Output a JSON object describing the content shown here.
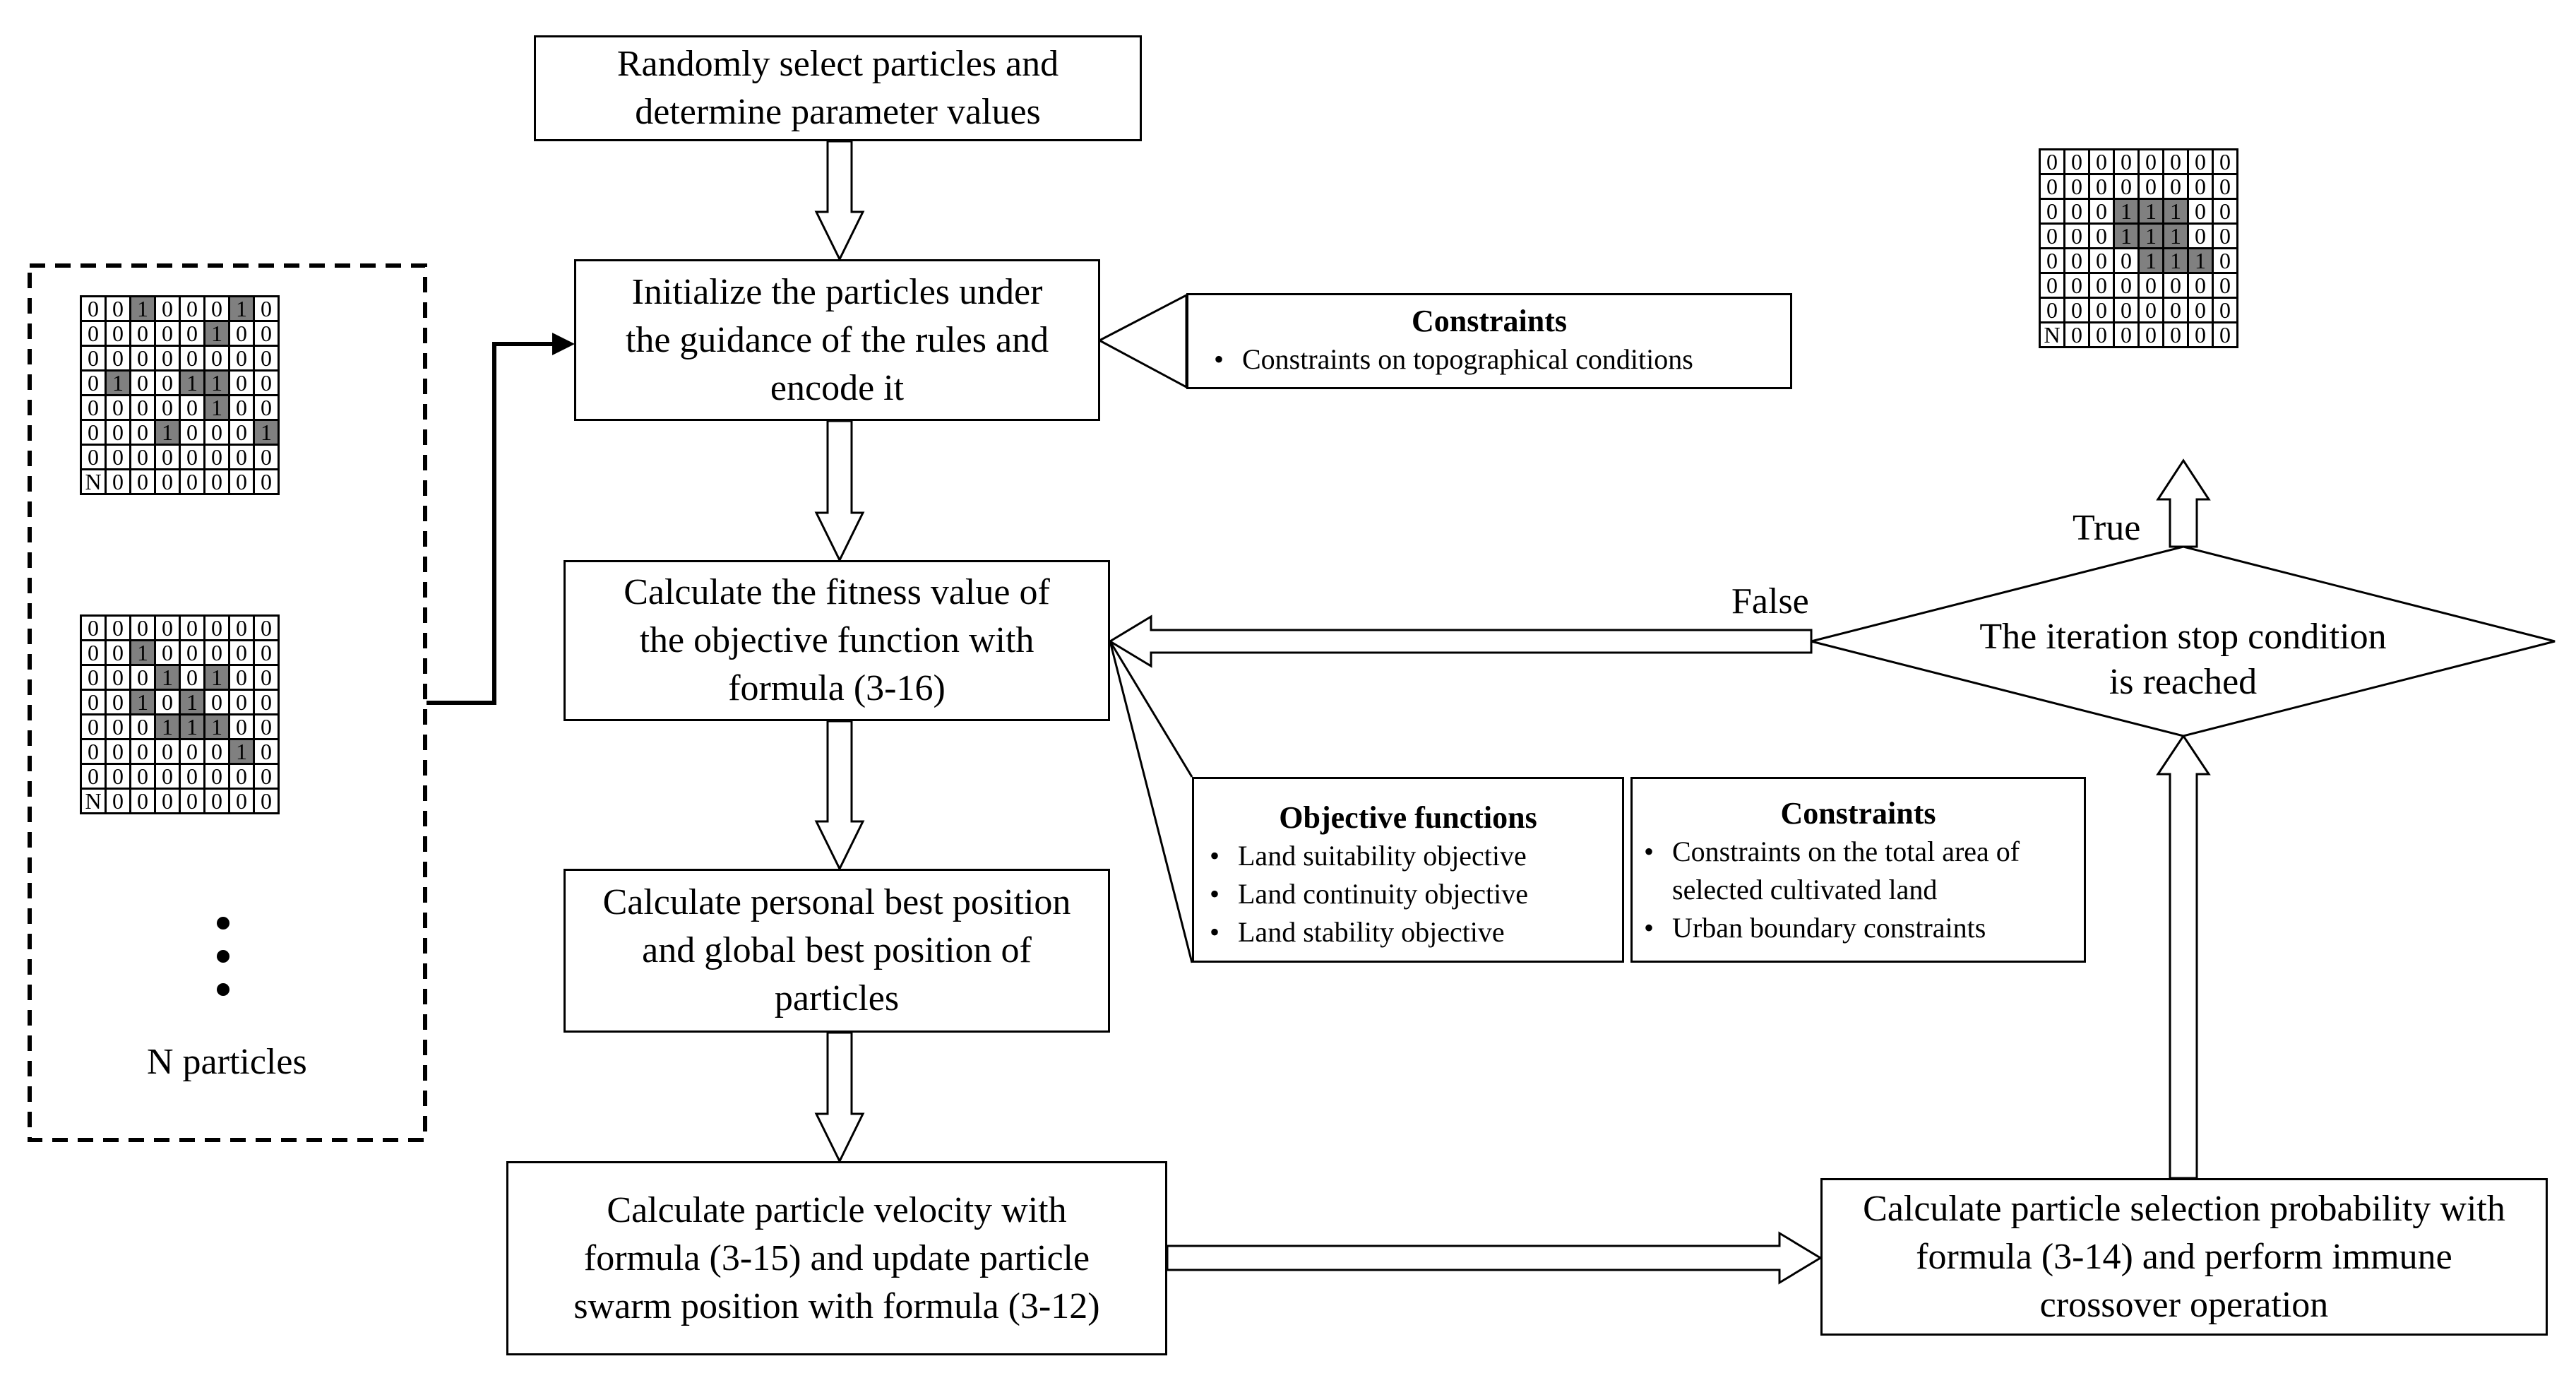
{
  "steps": {
    "select": [
      "Randomly select particles and",
      "determine parameter values"
    ],
    "init": [
      "Initialize the particles under",
      "the guidance of the rules and",
      "encode it"
    ],
    "fitness": [
      "Calculate the fitness value of",
      "the objective function with",
      "formula (3-16)"
    ],
    "best": [
      "Calculate personal best position",
      "and global best position of",
      "particles"
    ],
    "velocity": [
      "Calculate particle velocity with",
      "formula (3-15) and update particle",
      "swarm position with formula (3-12)"
    ],
    "immune": [
      "Calculate particle selection probability with",
      "formula (3-14) and perform immune",
      "crossover operation"
    ],
    "stop": [
      "The iteration stop condition",
      "is reached"
    ]
  },
  "constraints_top": {
    "title": "Constraints",
    "items": [
      "Constraints on topographical conditions"
    ]
  },
  "objective_box": {
    "title": "Objective functions",
    "items": [
      "Land suitability objective",
      "Land continuity objective",
      "Land stability objective"
    ]
  },
  "constraints_right": {
    "title": "Constraints",
    "items": [
      "Constraints on the total area of selected cultivated land",
      "Urban boundary constraints"
    ]
  },
  "labels": {
    "false_label": "False",
    "true_label": "True",
    "particles_label": "N particles"
  },
  "grids": {
    "particle1": [
      [
        "0",
        "0",
        "1",
        "0",
        "0",
        "0",
        "1",
        "0"
      ],
      [
        "0",
        "0",
        "0",
        "0",
        "0",
        "1",
        "0",
        "0"
      ],
      [
        "0",
        "0",
        "0",
        "0",
        "0",
        "0",
        "0",
        "0"
      ],
      [
        "0",
        "1",
        "0",
        "0",
        "1",
        "1",
        "0",
        "0"
      ],
      [
        "0",
        "0",
        "0",
        "0",
        "0",
        "1",
        "0",
        "0"
      ],
      [
        "0",
        "0",
        "0",
        "1",
        "0",
        "0",
        "0",
        "1"
      ],
      [
        "0",
        "0",
        "0",
        "0",
        "0",
        "0",
        "0",
        "0"
      ],
      [
        "N",
        "0",
        "0",
        "0",
        "0",
        "0",
        "0",
        "0"
      ]
    ],
    "particle2": [
      [
        "0",
        "0",
        "0",
        "0",
        "0",
        "0",
        "0",
        "0"
      ],
      [
        "0",
        "0",
        "1",
        "0",
        "0",
        "0",
        "0",
        "0"
      ],
      [
        "0",
        "0",
        "0",
        "1",
        "0",
        "1",
        "0",
        "0"
      ],
      [
        "0",
        "0",
        "1",
        "0",
        "1",
        "0",
        "0",
        "0"
      ],
      [
        "0",
        "0",
        "0",
        "1",
        "1",
        "1",
        "0",
        "0"
      ],
      [
        "0",
        "0",
        "0",
        "0",
        "0",
        "0",
        "1",
        "0"
      ],
      [
        "0",
        "0",
        "0",
        "0",
        "0",
        "0",
        "0",
        "0"
      ],
      [
        "N",
        "0",
        "0",
        "0",
        "0",
        "0",
        "0",
        "0"
      ]
    ],
    "result": [
      [
        "0",
        "0",
        "0",
        "0",
        "0",
        "0",
        "0",
        "0"
      ],
      [
        "0",
        "0",
        "0",
        "0",
        "0",
        "0",
        "0",
        "0"
      ],
      [
        "0",
        "0",
        "0",
        "1",
        "1",
        "1",
        "0",
        "0"
      ],
      [
        "0",
        "0",
        "0",
        "1",
        "1",
        "1",
        "0",
        "0"
      ],
      [
        "0",
        "0",
        "0",
        "0",
        "1",
        "1",
        "1",
        "0"
      ],
      [
        "0",
        "0",
        "0",
        "0",
        "0",
        "0",
        "0",
        "0"
      ],
      [
        "0",
        "0",
        "0",
        "0",
        "0",
        "0",
        "0",
        "0"
      ],
      [
        "N",
        "0",
        "0",
        "0",
        "0",
        "0",
        "0",
        "0"
      ]
    ]
  }
}
